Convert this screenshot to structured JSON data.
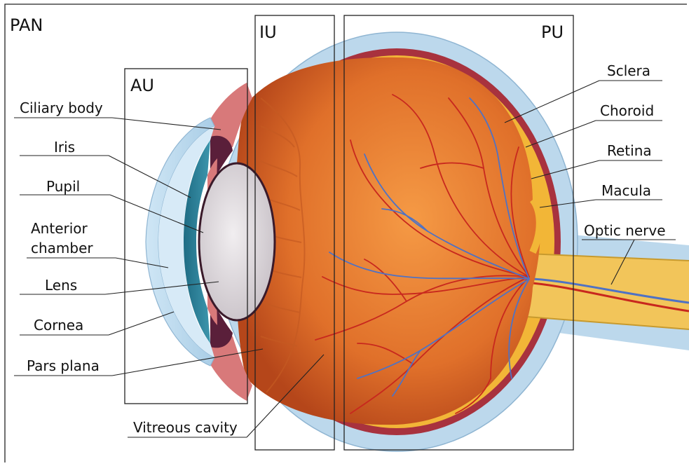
{
  "regions": {
    "pan": "PAN",
    "au": "AU",
    "iu": "IU",
    "pu": "PU"
  },
  "labels": {
    "ciliary_body": "Ciliary body",
    "iris": "Iris",
    "pupil": "Pupil",
    "anterior_chamber_line1": "Anterior",
    "anterior_chamber_line2": "chamber",
    "lens": "Lens",
    "cornea": "Cornea",
    "pars_plana": "Pars plana",
    "vitreous_cavity": "Vitreous cavity",
    "sclera": "Sclera",
    "choroid": "Choroid",
    "retina": "Retina",
    "macula": "Macula",
    "optic_nerve": "Optic nerve"
  },
  "colors": {
    "sclera": "#bcd8ec",
    "choroid": "#a8323e",
    "retina": "#f2b637",
    "vitreous": "#e07228",
    "vessel_artery": "#c8281e",
    "vessel_vein": "#4f72c4",
    "iris": "#2d7f96",
    "lens": "#e4dfe2",
    "ciliary": "#d8797a"
  }
}
